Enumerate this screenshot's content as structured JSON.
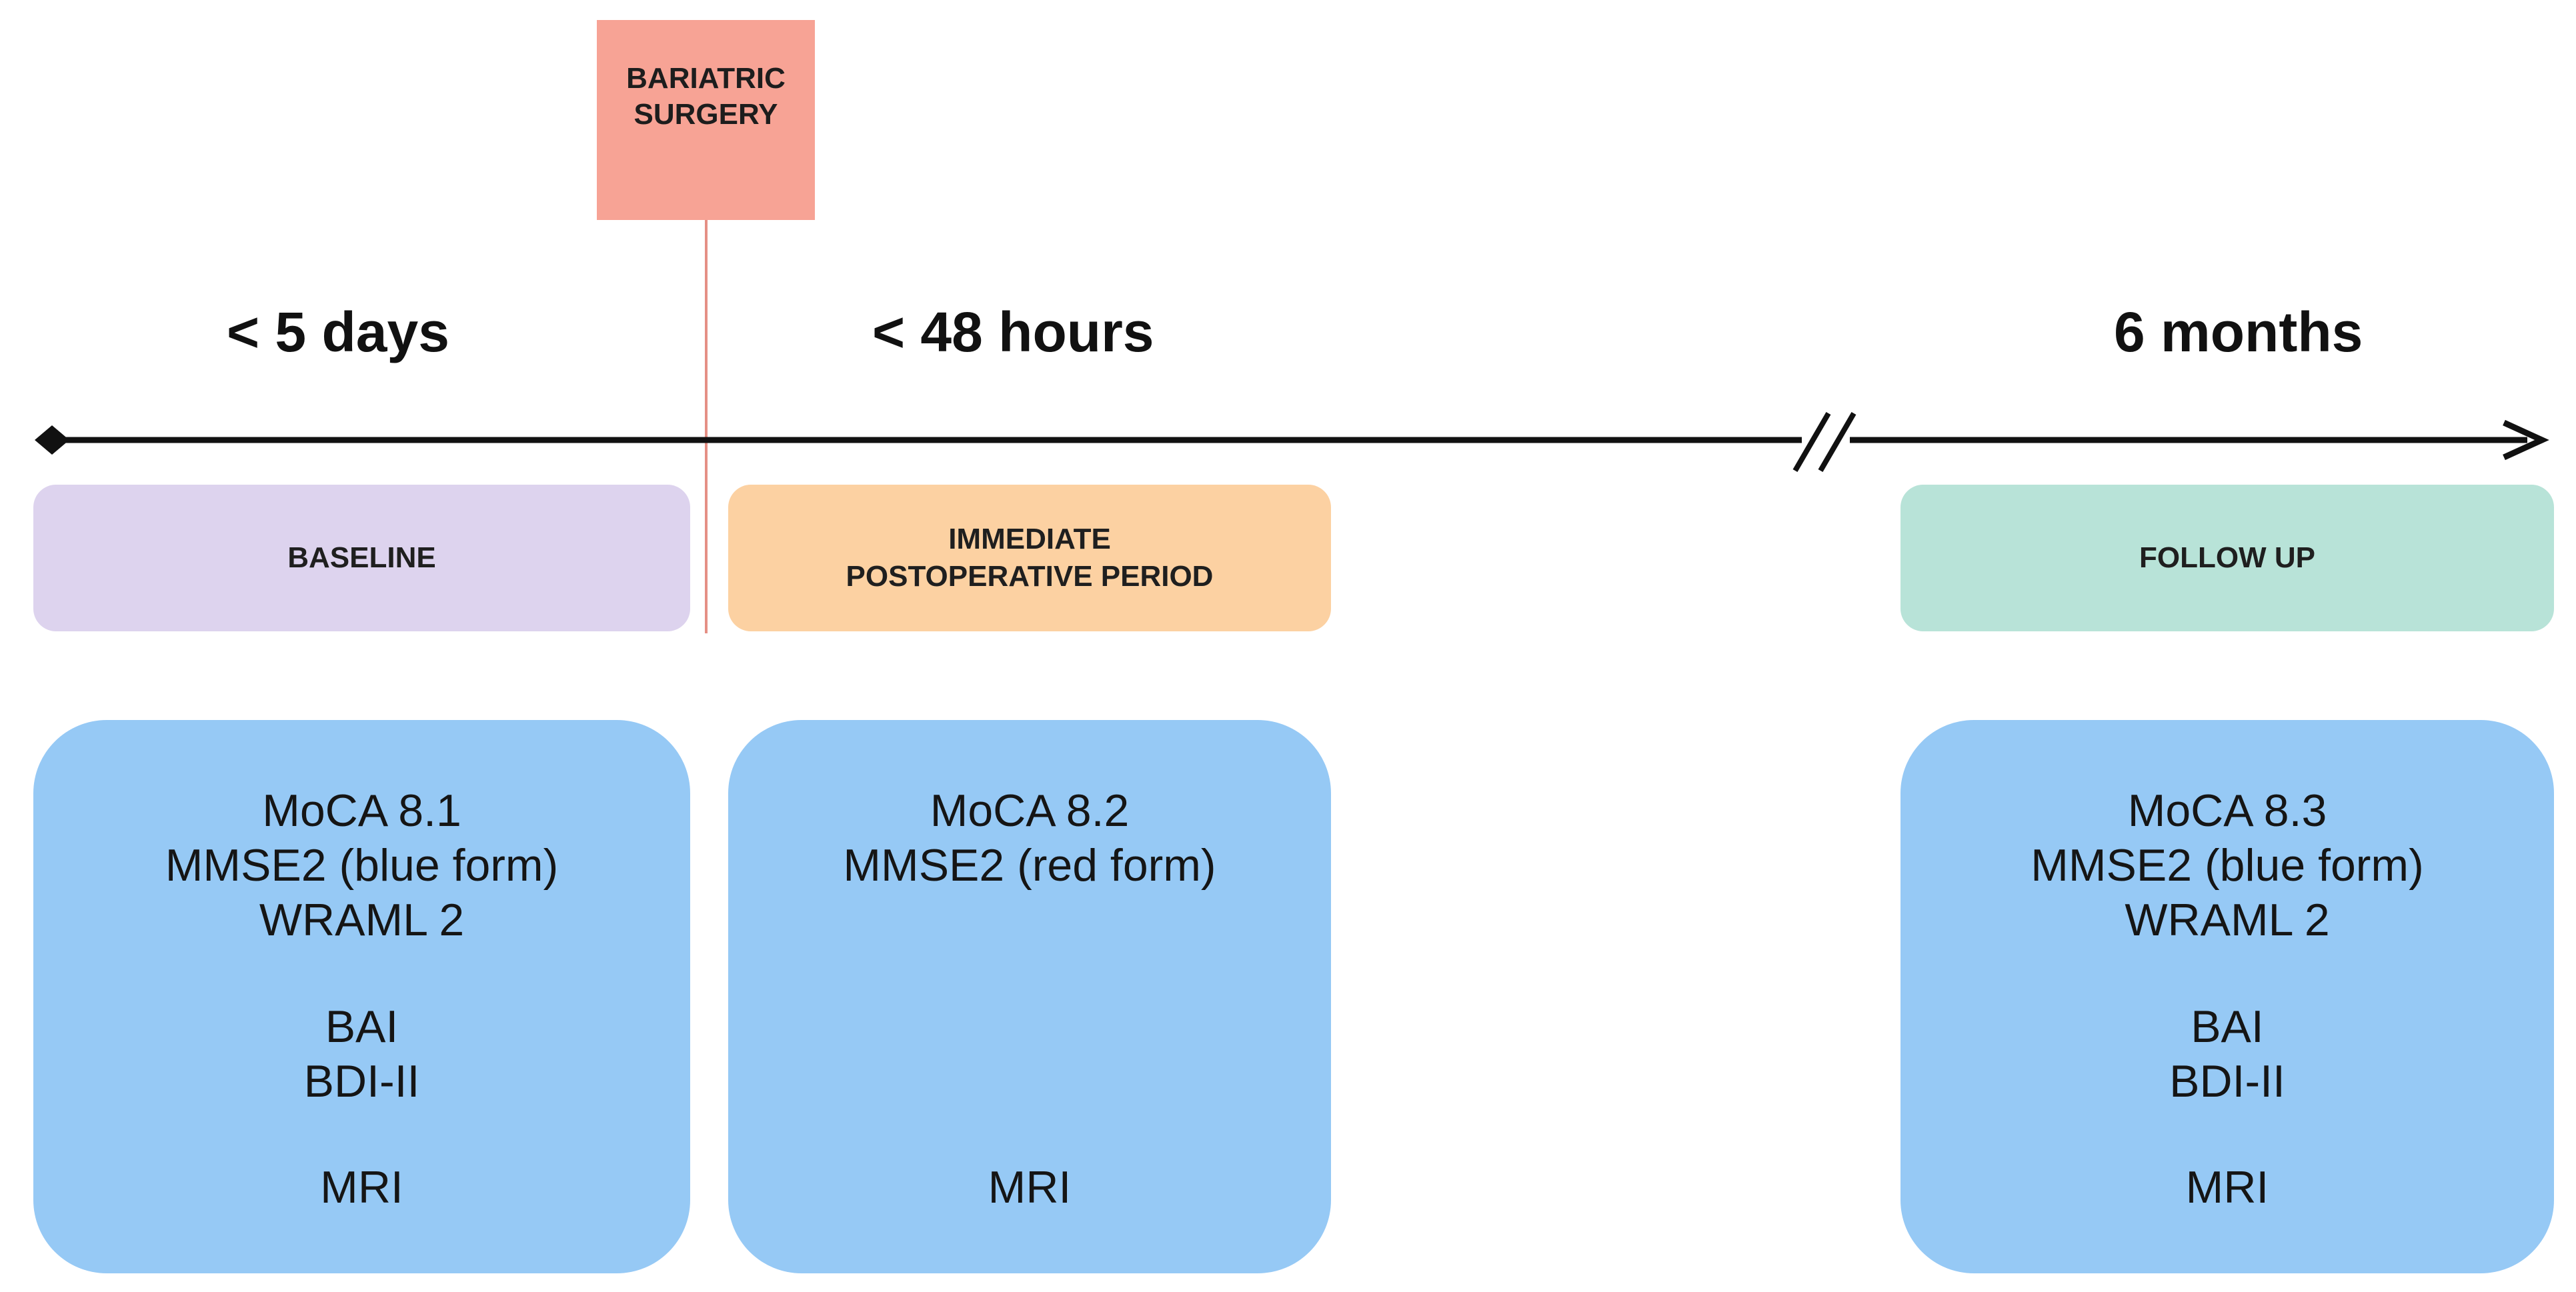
{
  "surgery": {
    "label_line1": "BARIATRIC",
    "label_line2": "SURGERY"
  },
  "time_labels": [
    "< 5 days",
    "< 48 hours",
    "6 months"
  ],
  "phases": {
    "baseline": {
      "label": "BASELINE"
    },
    "postop": {
      "label_line1": "IMMEDIATE",
      "label_line2": "POSTOPERATIVE PERIOD"
    },
    "followup": {
      "label": "FOLLOW UP"
    }
  },
  "tests": {
    "baseline": {
      "cognitive": [
        "MoCA 8.1",
        "MMSE2 (blue form)",
        "WRAML 2"
      ],
      "mood": [
        "BAI",
        "BDI-II"
      ],
      "imaging": "MRI"
    },
    "postop": {
      "cognitive": [
        "MoCA 8.2",
        "MMSE2 (red form)"
      ],
      "imaging": "MRI"
    },
    "followup": {
      "cognitive": [
        "MoCA 8.3",
        "MMSE2 (blue form)",
        "WRAML 2"
      ],
      "mood": [
        "BAI",
        "BDI-II"
      ],
      "imaging": "MRI"
    }
  },
  "colors": {
    "surgery": "#f7a395",
    "baseline": "#ddd3ee",
    "postop": "#fcd1a2",
    "followup": "#b8e3d8",
    "tests": "#96c9f5"
  }
}
